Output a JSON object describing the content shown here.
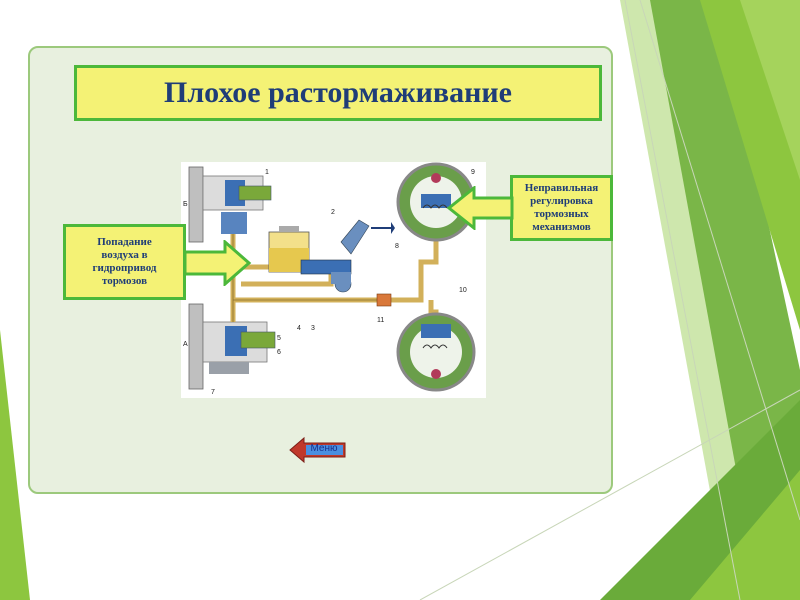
{
  "slide": {
    "title": "Плохое растормаживание",
    "callouts": {
      "left": "Попадание\nвоздуха в\nгидропривод\nтормозов",
      "right": "Неправильная\nрегулировка\nтормозных\nмеханизмов"
    },
    "menu_button": "Меню"
  },
  "diagram": {
    "part_labels": [
      "1",
      "2",
      "3",
      "4",
      "5",
      "6",
      "7",
      "8",
      "9",
      "10",
      "11",
      "А",
      "Б"
    ]
  },
  "colors": {
    "panel_fill": "#e8f0df",
    "title_fill": "#f4f275",
    "title_border": "#4cb83a",
    "title_text": "#1f3d78",
    "deco_green": "#8dc63f"
  }
}
